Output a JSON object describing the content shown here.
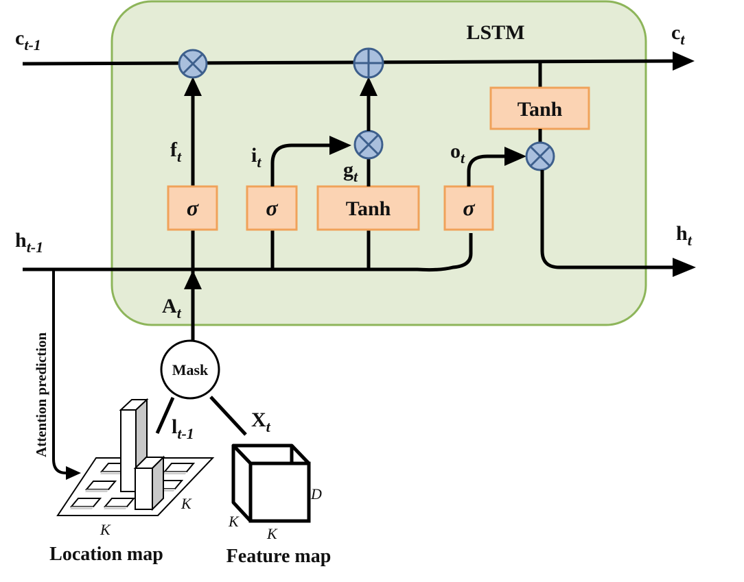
{
  "title": "LSTM",
  "inputs": {
    "c_prev": {
      "base": "c",
      "sub": "t-1"
    },
    "h_prev": {
      "base": "h",
      "sub": "t-1"
    }
  },
  "outputs": {
    "c_t": {
      "base": "c",
      "sub": "t"
    },
    "h_t": {
      "base": "h",
      "sub": "t"
    }
  },
  "gates": {
    "forget": {
      "base": "f",
      "sub": "t",
      "box": "σ"
    },
    "input": {
      "base": "i",
      "sub": "t",
      "box": "σ"
    },
    "candidate": {
      "base": "g",
      "sub": "t",
      "box": "Tanh"
    },
    "output": {
      "base": "o",
      "sub": "t",
      "box": "σ"
    },
    "cell_tanh": {
      "box": "Tanh"
    }
  },
  "attention": {
    "A_t": {
      "base": "A",
      "sub": "t"
    },
    "mask_label": "Mask",
    "l_prev": {
      "base": "l",
      "sub": "t-1"
    },
    "X_t": {
      "base": "X",
      "sub": "t"
    },
    "side_label": "Attention prediction"
  },
  "location_map": {
    "caption": "Location map",
    "dim_side": "K",
    "dim_bottom": "K"
  },
  "feature_map": {
    "caption": "Feature map",
    "dim_depth": "D",
    "dim_left": "K",
    "dim_bottom": "K"
  },
  "colors": {
    "lstm_fill": "#e4ecd6",
    "lstm_border": "#8db55a",
    "gate_fill": "#fbd3b3",
    "gate_border": "#f0a25a",
    "op_fill": "#a9bfdd",
    "op_border": "#3d5f8c",
    "line": "#000000"
  }
}
